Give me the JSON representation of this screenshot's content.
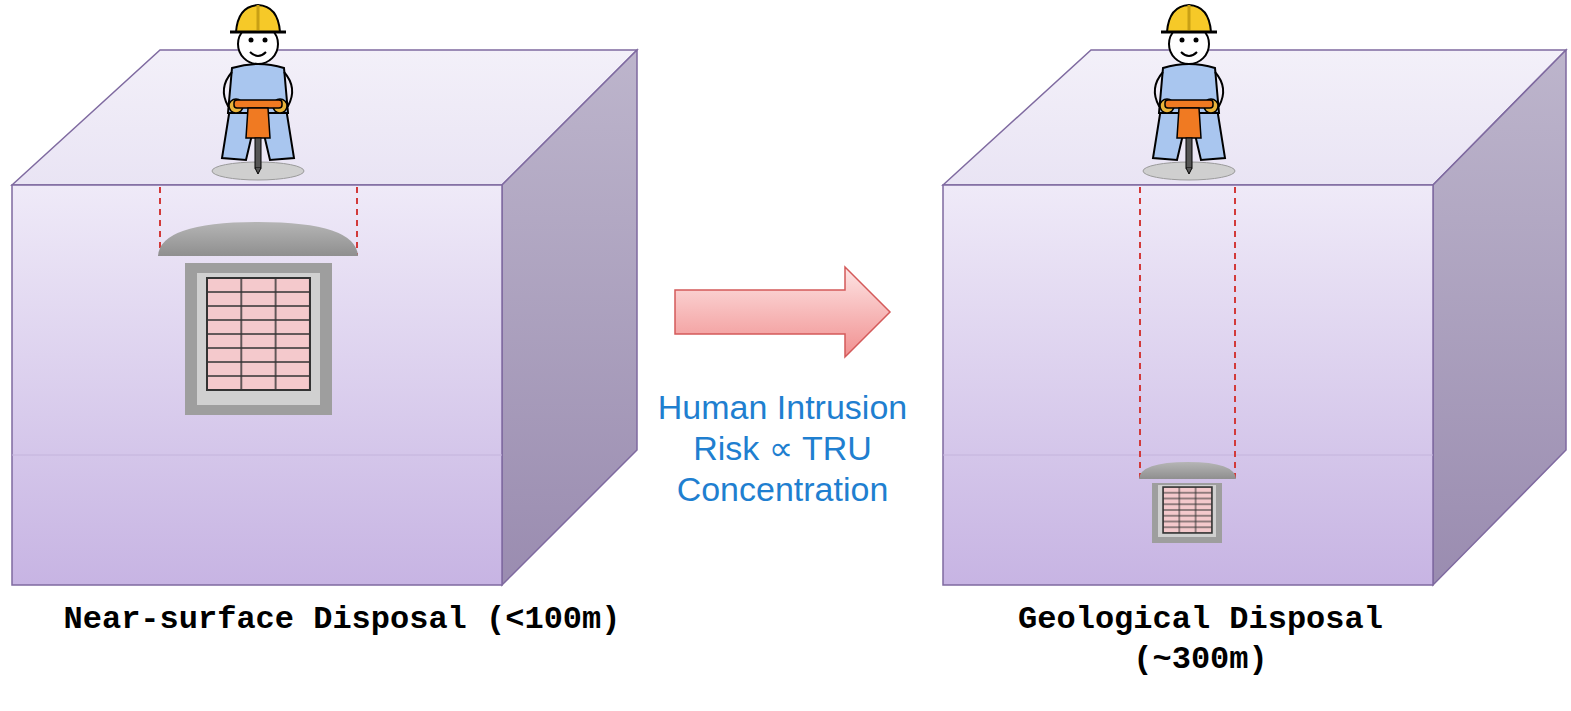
{
  "diagram": {
    "nodes": [
      {
        "text": [
          "Near-surface Disposal (<100m)"
        ]
      },
      {
        "text": [
          "Geological Disposal (~300m)"
        ]
      }
    ],
    "edges": [
      {
        "from": 0,
        "to": 1,
        "arrow": "to",
        "label": "Human Intrusion Risk ∝ TRU Concentration"
      }
    ]
  }
}
